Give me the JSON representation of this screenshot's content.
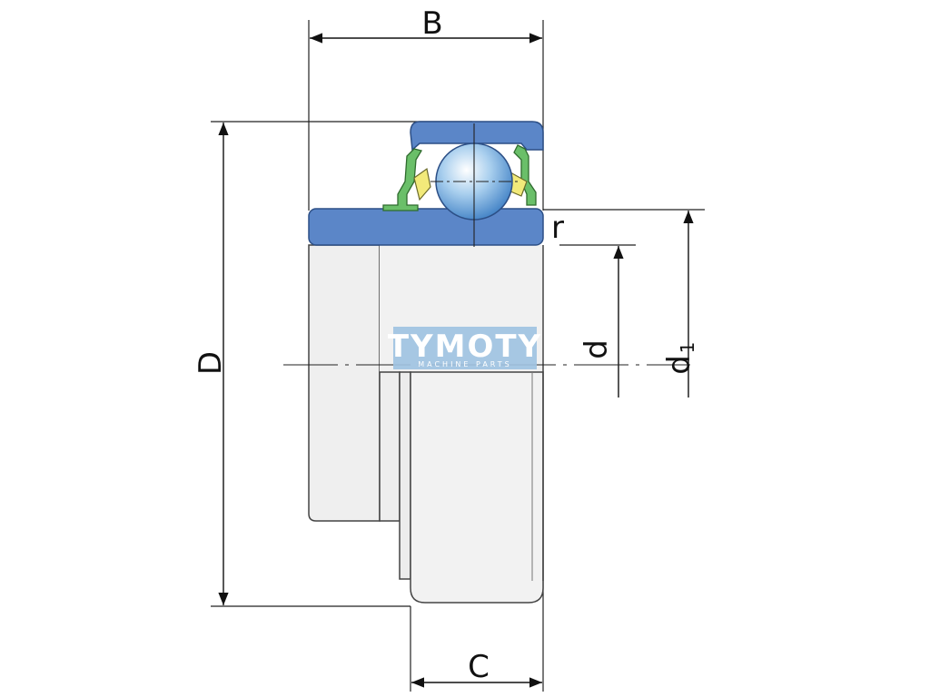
{
  "labels": {
    "B": "B",
    "D": "D",
    "C": "C",
    "d": "d",
    "d1_base": "d",
    "d1_sub": "1",
    "r": "r"
  },
  "watermark": {
    "brand": "TYMOTY",
    "tagline": "MACHINE PARTS"
  },
  "colors": {
    "ring_blue": "#5b86c8",
    "body_gray": "#f0f0f0",
    "ball_blue": "#7fb4e6",
    "seal_green": "#6abf69",
    "seal_yellow": "#f2ea7a",
    "watermark_bg": "#9fc3e2"
  }
}
